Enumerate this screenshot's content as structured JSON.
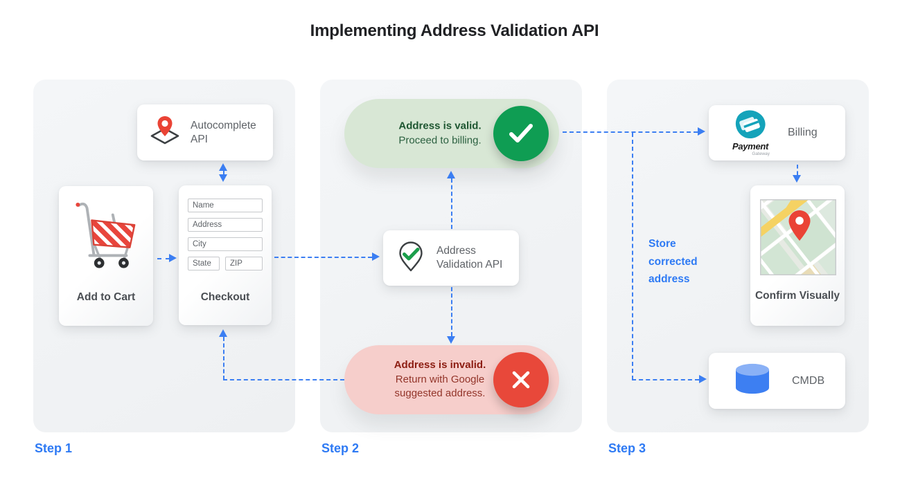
{
  "title": "Implementing Address Validation API",
  "accent": {
    "blue": "#3b7ef2",
    "green": "#0f9d53",
    "red": "#e8483a"
  },
  "step1": {
    "label": "Step 1",
    "autocomplete_api": "Autocomplete API",
    "add_to_cart": "Add to Cart",
    "checkout_label": "Checkout",
    "fields": [
      "Name",
      "Address",
      "City",
      "State",
      "ZIP"
    ]
  },
  "step2": {
    "label": "Step 2",
    "valid_title": "Address is valid.",
    "valid_subtitle": "Proceed to billing.",
    "api_label": "Address Validation API",
    "invalid_title": "Address is invalid.",
    "invalid_subtitle": "Return with Google suggested address."
  },
  "step3": {
    "label": "Step 3",
    "billing": "Billing",
    "logo_title": "Payment",
    "logo_subtitle": "Gateway",
    "store_note": "Store corrected address",
    "confirm": "Confirm Visually",
    "cmdb": "CMDB"
  }
}
